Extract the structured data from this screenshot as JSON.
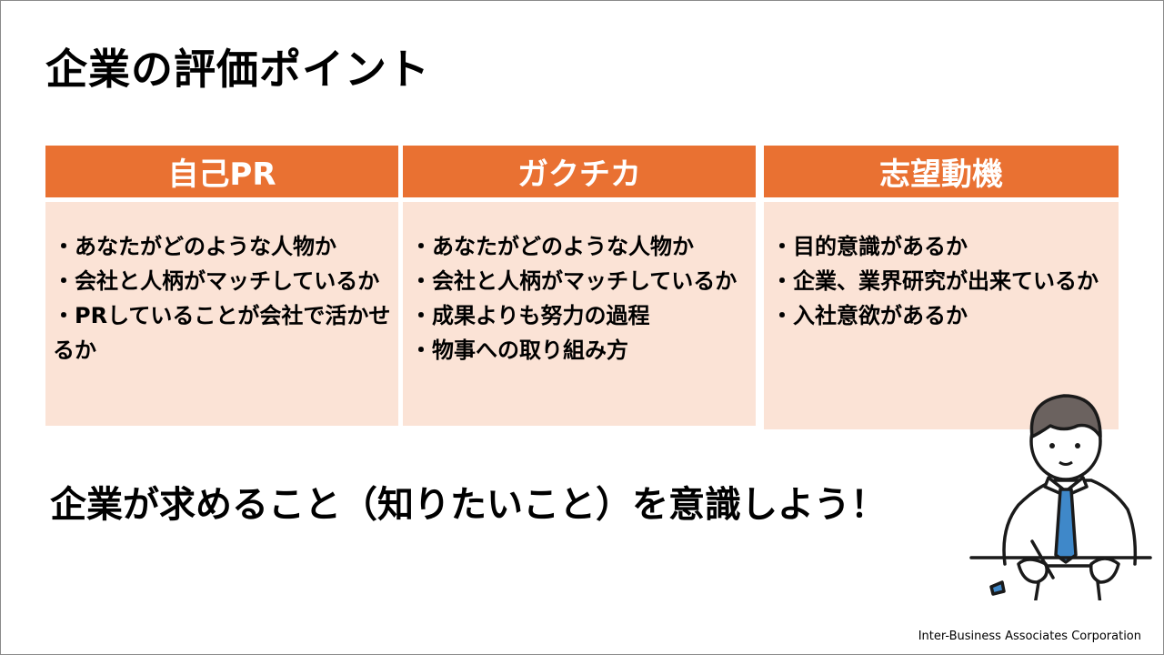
{
  "title": "企業の評価ポイント",
  "columns": [
    {
      "header": "自己PR",
      "items": [
        "・あなたがどのような人物か",
        "・会社と人柄がマッチしているか",
        "・PRしていることが会社で活かせるか"
      ]
    },
    {
      "header": "ガクチカ",
      "items": [
        "・あなたがどのような人物か",
        "・会社と人柄がマッチしているか",
        "・成果よりも努力の過程",
        "・物事への取り組み方"
      ]
    },
    {
      "header": "志望動機",
      "items": [
        "・目的意識があるか",
        "・企業、業界研究が出来ているか",
        "・入社意欲があるか"
      ]
    }
  ],
  "bottom_message": "企業が求めること（知りたいこと）を意識しよう！",
  "footer": "Inter-Business Associates Corporation",
  "colors": {
    "header": "#E97132",
    "body": "#FBE3D6",
    "tie": "#3F88C9"
  }
}
